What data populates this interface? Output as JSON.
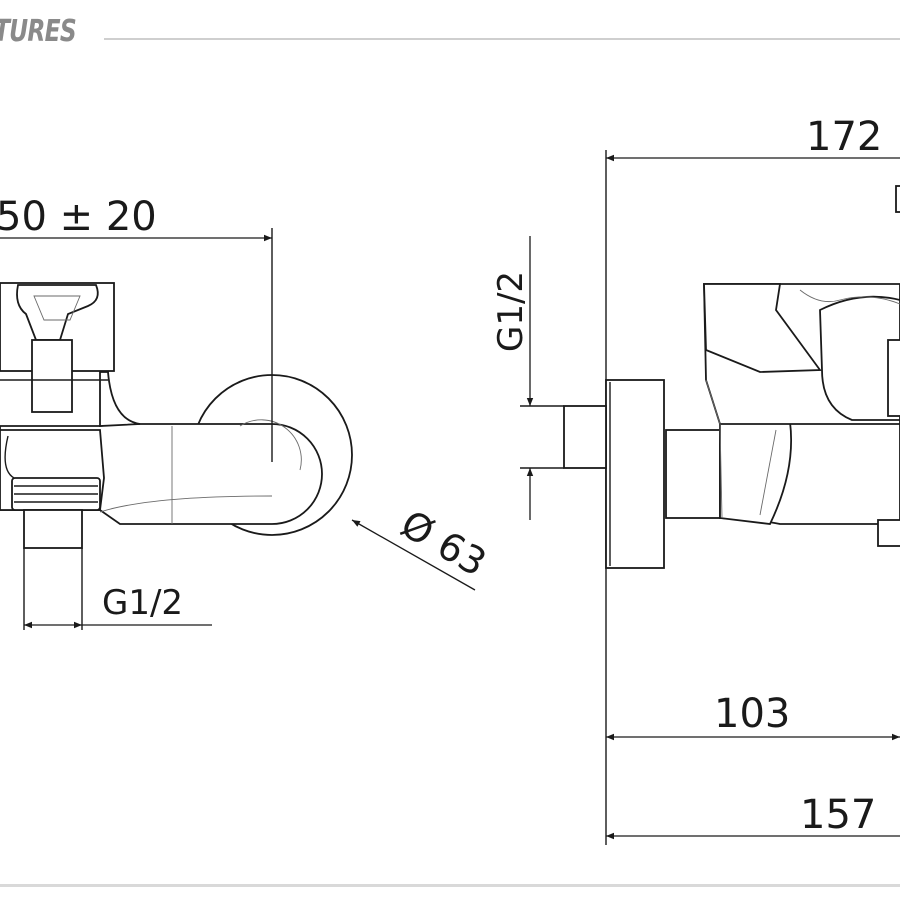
{
  "header": {
    "title": "TURES"
  },
  "dimensions": {
    "spacing": "50 ± 20",
    "outlet_thread": "G1/2",
    "inlet_thread": "G1/2",
    "rosette_diameter": "Ø 63",
    "total_depth": "172",
    "depth_103": "103",
    "depth_157": "157"
  },
  "colors": {
    "line": "#1a1a1a",
    "rule": "#cfcfcf",
    "title": "#8a8a8a"
  }
}
